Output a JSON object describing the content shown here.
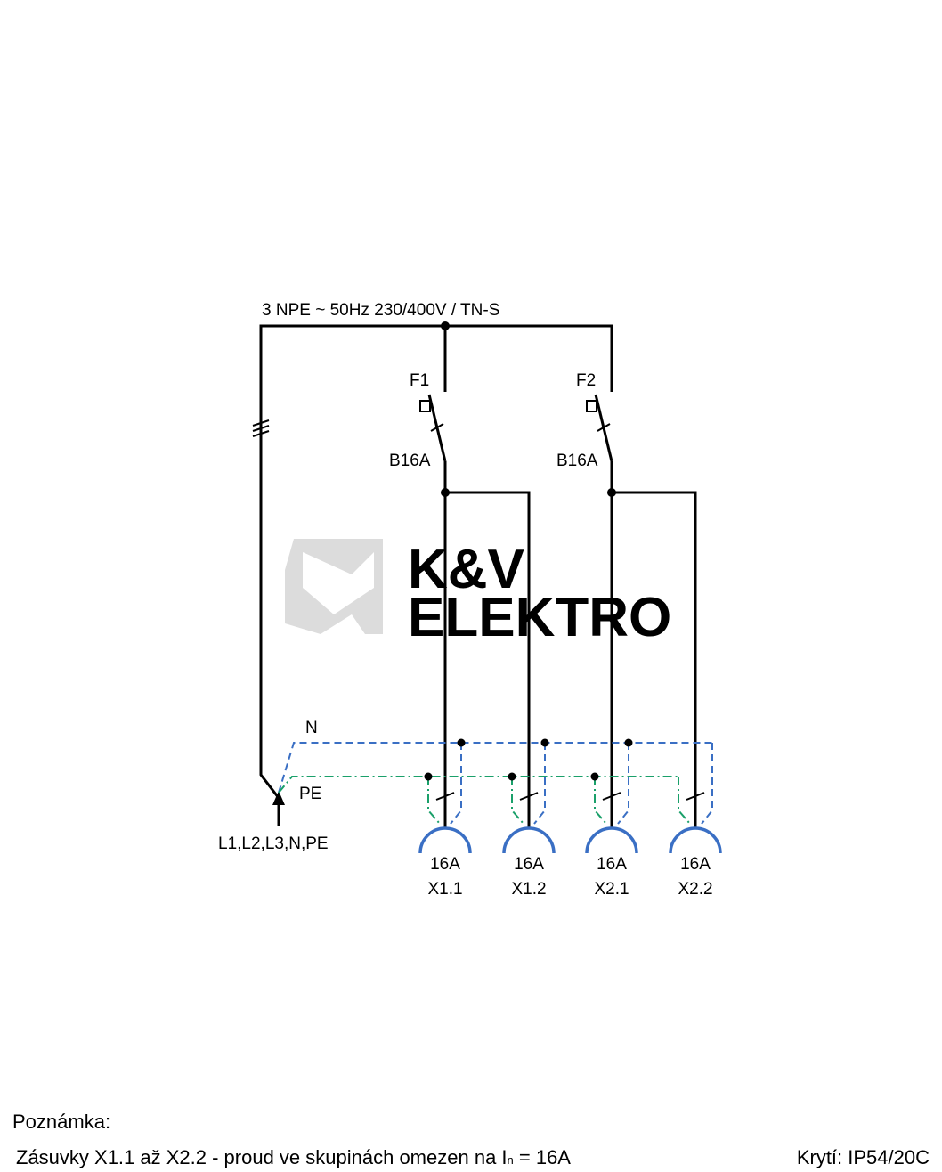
{
  "watermark": {
    "line1": "K&V",
    "line2": "ELEKTRO"
  },
  "supply": {
    "label": "3 NPE ~ 50Hz  230/400V / TN-S",
    "input_label": "L1,L2,L3,N,PE"
  },
  "conductors": {
    "neutral": "N",
    "protective_earth": "PE"
  },
  "breakers": [
    {
      "id": "F1",
      "rating": "B16A"
    },
    {
      "id": "F2",
      "rating": "B16A"
    }
  ],
  "sockets": [
    {
      "id": "X1.1",
      "rating": "16A"
    },
    {
      "id": "X1.2",
      "rating": "16A"
    },
    {
      "id": "X2.1",
      "rating": "16A"
    },
    {
      "id": "X2.2",
      "rating": "16A"
    }
  ],
  "colors": {
    "phase": "#000000",
    "neutral": "#3a6fc4",
    "protective_earth": "#1aa06a",
    "socket": "#3a6fc4"
  },
  "note": {
    "label": "Poznámka:",
    "text_before": "Zásuvky X1.1 až X2.2 - proud ve skupinách omezen na I",
    "text_sub": "n",
    "text_after": " = 16A",
    "protection": "Krytí: IP54/20C"
  }
}
